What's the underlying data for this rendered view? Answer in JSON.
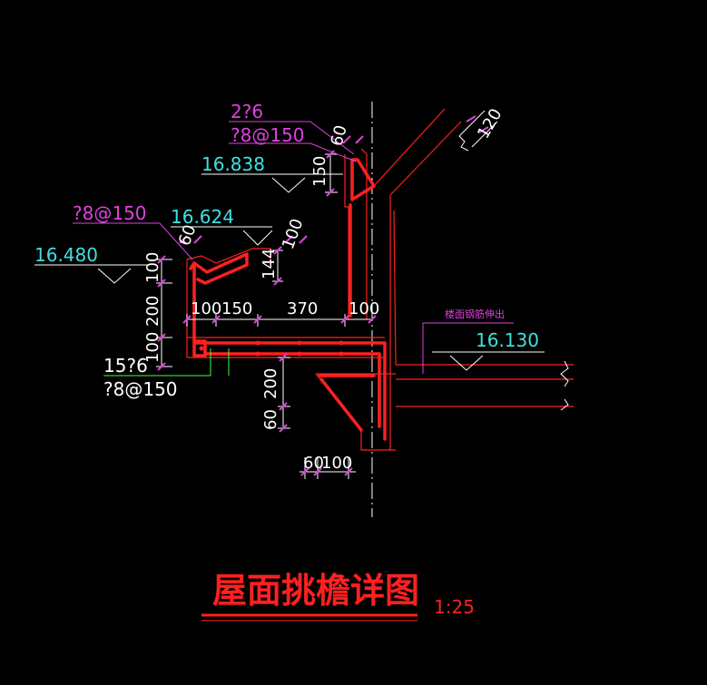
{
  "drawing": {
    "title": "屋面挑檐详图",
    "scale": "1:25",
    "elevations": {
      "e1": "16.838",
      "e2": "16.624",
      "e3": "16.480",
      "e4": "16.130"
    },
    "rebar_labels": {
      "top_count": "2?6",
      "top_stirrup": "?8@150",
      "mid_stirrup": "?8@150",
      "bottom_count": "15?6",
      "bottom_stirrup": "?8@150"
    },
    "note": "楼面钢筋伸出",
    "dimensions": {
      "d120": "120",
      "d60_top": "60",
      "d150_v": "150",
      "d60_mid": "60",
      "d100_v1": "100",
      "d144": "144",
      "d100_left": "100",
      "d200_left": "200",
      "d100_left2": "100",
      "d100_h1": "100",
      "d150_h": "150",
      "d370": "370",
      "d100_h2": "100",
      "d200_low": "200",
      "d60_low": "60",
      "d60_bot": "60",
      "d100_bot": "100"
    },
    "colors": {
      "background": "#000000",
      "structure": "#ff2020",
      "rebar": "#ff2020",
      "dimension": "#ffffff",
      "dim_tick": "#e040e0",
      "elevation_text": "#40e0e0",
      "label_text": "#e040e0",
      "leader": "#40ff40"
    }
  }
}
